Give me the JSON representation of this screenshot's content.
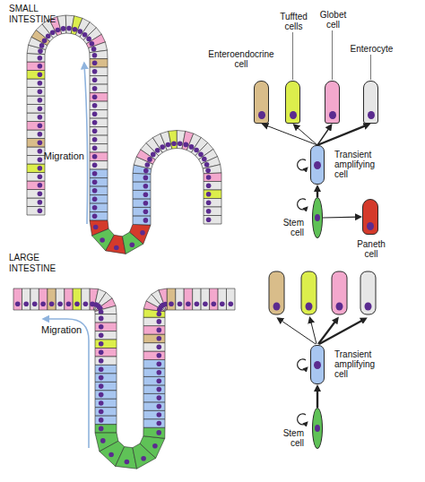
{
  "diagram": {
    "nodes": [
      {
        "text": [
          "Enteroendocrine cell"
        ]
      },
      {
        "text": [
          "Tuffted cells"
        ]
      },
      {
        "text": [
          "Globet cell"
        ]
      },
      {
        "text": [
          "Enterocyte"
        ]
      },
      {
        "text": [
          "Transient amplifying cell"
        ]
      },
      {
        "text": [
          "Stem cell"
        ]
      },
      {
        "text": [
          "Paneth cell"
        ]
      },
      {
        "text": [
          "Transient amplifying cell"
        ]
      },
      {
        "text": [
          "Stem cell"
        ]
      }
    ],
    "edges": [
      {
        "from": 5,
        "to": 4,
        "arrow": "to"
      },
      {
        "from": 5,
        "to": 6,
        "arrow": "to"
      },
      {
        "from": 4,
        "to": 0,
        "arrow": "to"
      },
      {
        "from": 4,
        "to": 1,
        "arrow": "to"
      },
      {
        "from": 4,
        "to": 2,
        "arrow": "to"
      },
      {
        "from": 4,
        "to": 3,
        "arrow": "to"
      },
      {
        "from": 8,
        "to": 7,
        "arrow": "to"
      }
    ],
    "labels": [
      "SMALL INTESTINE",
      "Migration",
      "LARGE INTESTINE",
      "Migration"
    ]
  }
}
